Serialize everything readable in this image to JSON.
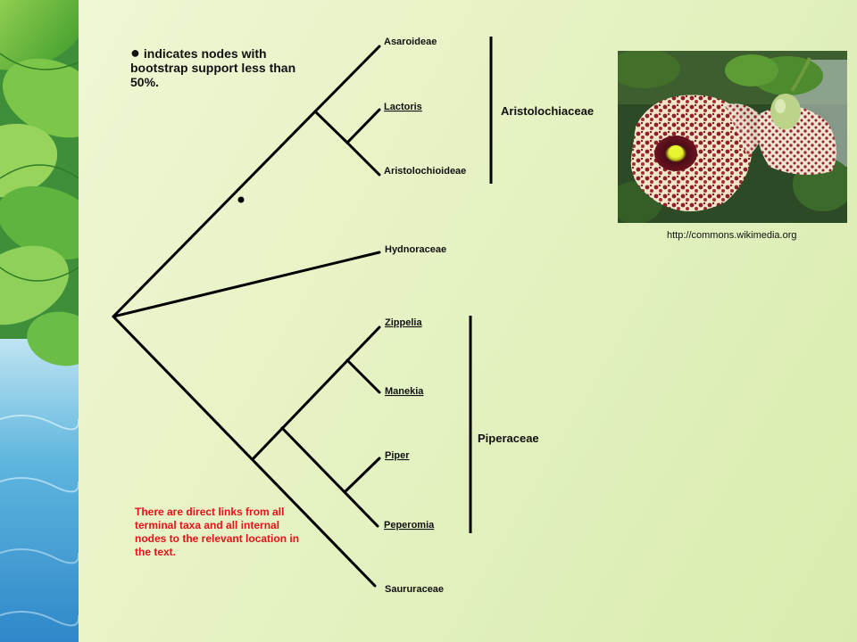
{
  "legend": {
    "bullet": "●",
    "text": "indicates nodes with bootstrap support less than 50%."
  },
  "note": "There are direct links from all terminal taxa and all internal nodes to the relevant location in the text.",
  "credit": "http://commons.wikimedia.org",
  "taxa": {
    "asaroideae": "Asaroideae",
    "lactoris": "Lactoris",
    "aristolochioideae": "Aristolochioideae",
    "hydnoraceae": "Hydnoraceae",
    "zippelia": "Zippelia",
    "manekia": "Manekia",
    "piper": "Piper",
    "peperomia": "Peperomia",
    "saururaceae": "Saururaceae"
  },
  "families": {
    "aristolochiaceae": "Aristolochiaceae",
    "piperaceae": "Piperaceae"
  },
  "colors": {
    "note_red": "#e8101a",
    "line": "#000000"
  }
}
